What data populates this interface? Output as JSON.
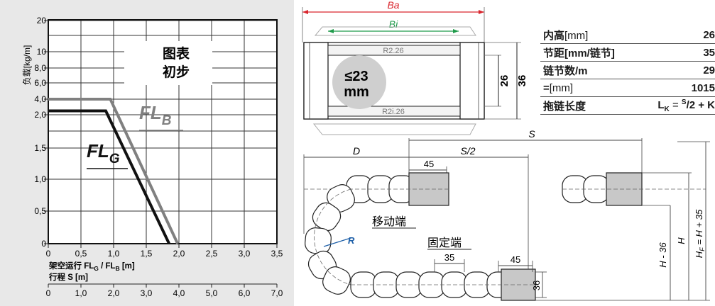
{
  "chart_data": {
    "type": "line",
    "title": "图表\n初步",
    "title_lines": [
      "图表",
      "初步"
    ],
    "ylabel": "负载[kg/m]",
    "y_ticks": [
      {
        "value": 0,
        "label": "0"
      },
      {
        "value": 0.5,
        "label": "0,5"
      },
      {
        "value": 1.0,
        "label": "1,0"
      },
      {
        "value": 1.5,
        "label": "1,5"
      },
      {
        "value": 2.0,
        "label": "2,0"
      },
      {
        "value": 4.0,
        "label": "4,0"
      },
      {
        "value": 6.0,
        "label": "6,0"
      },
      {
        "value": 8.0,
        "label": "8,0"
      },
      {
        "value": 10,
        "label": "10"
      },
      {
        "value": 20,
        "label": "20"
      }
    ],
    "x_primary": {
      "label": "架空运行 FL_G / FL_B [m]",
      "label_parts": {
        "pre": "架空运行 FL",
        "sub1": "G",
        "mid": " / FL",
        "sub2": "B",
        "post": " [m]"
      },
      "ticks": [
        "0",
        "0,5",
        "1,0",
        "1,5",
        "2,0",
        "2,5",
        "3,0",
        "3,5"
      ],
      "range": [
        0,
        3.5
      ]
    },
    "x_secondary": {
      "label": "行程 S [m]",
      "ticks": [
        "0",
        "1,0",
        "2,0",
        "3,0",
        "4,0",
        "5,0",
        "6,0",
        "7,0"
      ],
      "range": [
        0,
        7.0
      ]
    },
    "grid": true,
    "series": [
      {
        "name": "FL_B",
        "name_main": "FL",
        "name_sub": "B",
        "color": "#808080",
        "points": [
          [
            0,
            4.0
          ],
          [
            0.95,
            4.0
          ],
          [
            1.98,
            0
          ]
        ]
      },
      {
        "name": "FL_G",
        "name_main": "FL",
        "name_sub": "G",
        "color": "#111111",
        "points": [
          [
            0,
            2.5
          ],
          [
            0.88,
            2.5
          ],
          [
            1.85,
            0
          ]
        ]
      }
    ]
  },
  "spec_table": [
    {
      "label_bold": "内高",
      "label_rest": "[mm]",
      "value": "26"
    },
    {
      "label_bold": "节距[mm/链节]",
      "label_rest": "",
      "value": "35"
    },
    {
      "label_bold": "链节数/m",
      "label_rest": "",
      "value": "29"
    },
    {
      "label_bold": "=",
      "label_rest": "[mm]",
      "value": "1015"
    },
    {
      "label_bold": "拖链长度",
      "label_rest": "",
      "value": "L_K = S/2 + K",
      "formula": {
        "L": "L",
        "K_sub": "K",
        "eq": " = ",
        "S": "S",
        "div": "/2 + K"
      }
    }
  ],
  "cross_section": {
    "ba_label": "Ba",
    "bi_label": "Bi",
    "r_top": "R2.26",
    "r_bottom": "R2i.26",
    "circle_text": [
      "≤23",
      "mm"
    ],
    "dim_inner": "26",
    "dim_outer": "36"
  },
  "side_view": {
    "s": "S",
    "d": "D",
    "s_half": "S/2",
    "dim_45_top": "45",
    "dim_35": "35",
    "dim_45_bottom": "45",
    "dim_36": "36",
    "moving_end": "移动端",
    "fixed_end": "固定端",
    "r": "R",
    "h_minus": "H - 36",
    "h": "H",
    "hf": "H_F = H + 35",
    "hf_parts": {
      "main": "H",
      "sub": "F",
      "rest": " = H + 35"
    }
  },
  "colors": {
    "ba_red": "#d9262e",
    "bi_green": "#1f9a4a",
    "r_blue": "#1d5fa8",
    "series_b": "#808080",
    "series_g": "#111111"
  }
}
